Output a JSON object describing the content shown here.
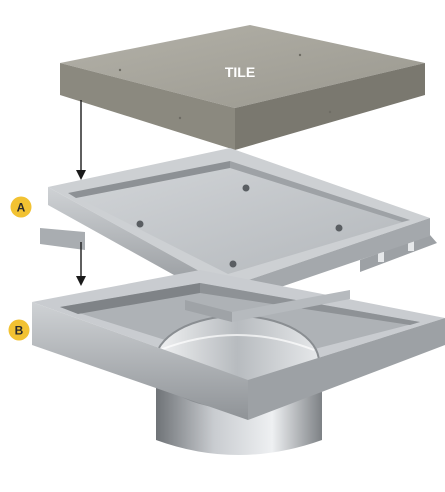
{
  "diagram": {
    "tile_label": "TILE",
    "part_a_label": "A",
    "part_b_label": "B",
    "badge_color": "#f2c232",
    "arrow_color": "#1a1a1a",
    "tile_color": "#a7a59c",
    "steel_color": "#c5c8cb"
  }
}
